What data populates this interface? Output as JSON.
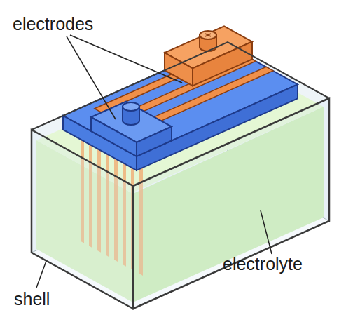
{
  "diagram": {
    "labels": [
      "electrodes",
      "electrolyte",
      "shell"
    ]
  }
}
